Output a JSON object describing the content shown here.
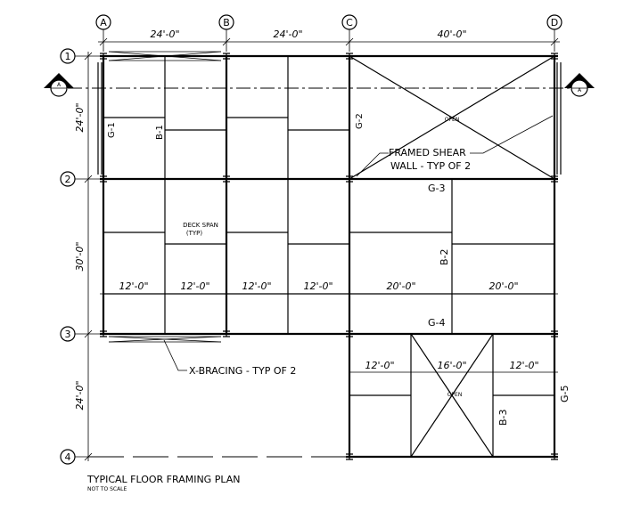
{
  "grid": {
    "columns": [
      "A",
      "B",
      "C",
      "D"
    ],
    "rows": [
      "1",
      "2",
      "3",
      "4"
    ]
  },
  "dimensions": {
    "top": [
      "24'-0\"",
      "24'-0\"",
      "40'-0\""
    ],
    "left": [
      "24'-0\"",
      "30'-0\"",
      "24'-0\""
    ],
    "bay_row2": [
      "12'-0\"",
      "12'-0\"",
      "12'-0\"",
      "12'-0\"",
      "20'-0\"",
      "20'-0\""
    ],
    "bay_row3": [
      "12'-0\"",
      "16'-0\"",
      "12'-0\""
    ]
  },
  "members": {
    "g1": "G-1",
    "b1": "B-1",
    "g2": "G-2",
    "g3": "G-3",
    "b2": "B-2",
    "g4": "G-4",
    "b3": "B-3",
    "g5": "G-5"
  },
  "section_marker": "A",
  "notes": {
    "open": "OPEN",
    "deck_span": "DECK SPAN",
    "deck_span_sub": "(TYP)",
    "shear_wall_line1": "FRAMED SHEAR",
    "shear_wall_line2": "WALL - TYP OF 2",
    "x_bracing": "X-BRACING - TYP OF 2"
  },
  "title": {
    "main": "TYPICAL FLOOR FRAMING PLAN",
    "sub": "NOT TO SCALE"
  }
}
